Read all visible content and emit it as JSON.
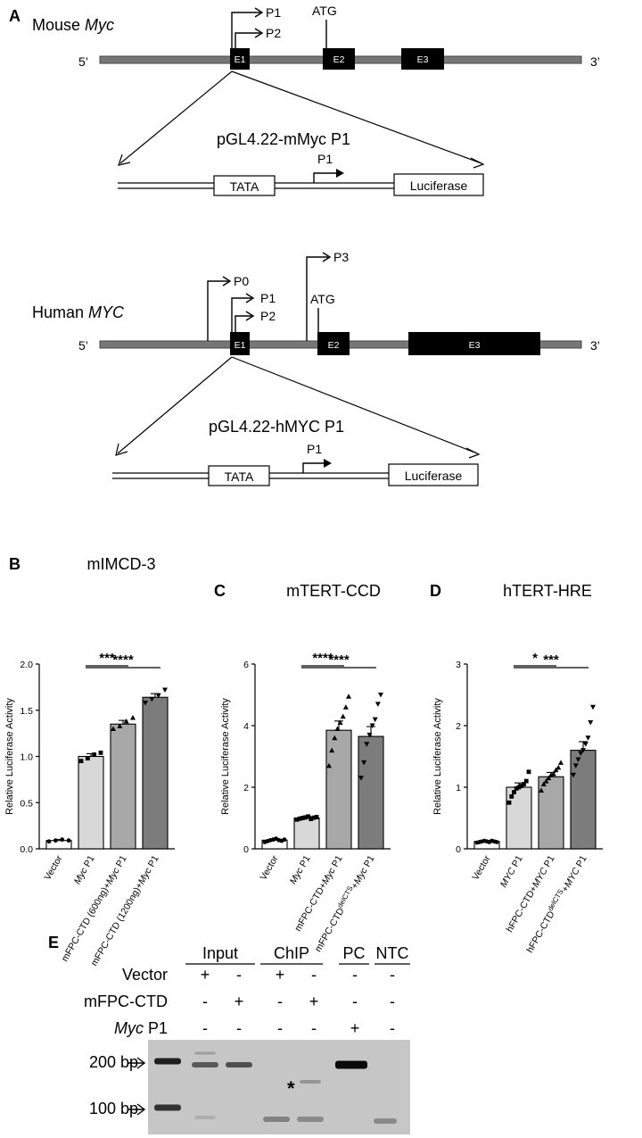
{
  "panelA": {
    "label": "A",
    "mouse": {
      "title_prefix": "Mouse ",
      "title_italic": "Myc",
      "end5": "5’",
      "end3": "3’",
      "promoters": [
        "P1",
        "P2"
      ],
      "atg": "ATG",
      "exons": [
        "E1",
        "E2",
        "E3"
      ],
      "construct": "pGL4.22-mMyc P1",
      "tata": "TATA",
      "p1": "P1",
      "luciferase": "Luciferase"
    },
    "human": {
      "title_prefix": "Human ",
      "title_italic": "MYC",
      "end5": "5’",
      "end3": "3’",
      "promoters": [
        "P0",
        "P1",
        "P2",
        "P3"
      ],
      "atg": "ATG",
      "exons": [
        "E1",
        "E2",
        "E3"
      ],
      "construct": "pGL4.22-hMYC P1",
      "tata": "TATA",
      "p1": "P1",
      "luciferase": "Luciferase"
    }
  },
  "chart_data": [
    {
      "panel": "B",
      "type": "bar",
      "title": "mIMCD-3",
      "ylabel": "Relative Luciferase Activity",
      "ylim": [
        0,
        2.0
      ],
      "yticks": [
        "0.0",
        "0.5",
        "1.0",
        "1.5",
        "2.0"
      ],
      "categories": [
        "Vector",
        "Myc P1",
        "mFPC-CTD (600ng)+Myc P1",
        "mFPC-CTD (1200ng)+Myc P1"
      ],
      "values": [
        0.09,
        1.0,
        1.35,
        1.64
      ],
      "errors": [
        0.01,
        0.03,
        0.04,
        0.04
      ],
      "points": [
        [
          0.08,
          0.09,
          0.1,
          0.09
        ],
        [
          0.95,
          0.98,
          1.02,
          1.04
        ],
        [
          1.3,
          1.33,
          1.38,
          1.42
        ],
        [
          1.58,
          1.62,
          1.66,
          1.72
        ]
      ],
      "significance": [
        {
          "pair": [
            1,
            2
          ],
          "label": "***"
        },
        {
          "pair": [
            1,
            3
          ],
          "label": "****"
        }
      ]
    },
    {
      "panel": "C",
      "type": "bar",
      "title": "mTERT-CCD",
      "ylabel": "Relative Luciferase Activity",
      "ylim": [
        0,
        6
      ],
      "yticks": [
        "0",
        "2",
        "4",
        "6"
      ],
      "categories": [
        "Vector",
        "Myc P1",
        "mFPC-CTD+Myc P1",
        "mFPC-CTDdelCTS+Myc P1"
      ],
      "values": [
        0.28,
        1.0,
        3.85,
        3.65
      ],
      "errors": [
        0.03,
        0.05,
        0.3,
        0.32
      ],
      "points": [
        [
          0.22,
          0.25,
          0.28,
          0.3,
          0.33,
          0.28,
          0.26,
          0.3
        ],
        [
          0.95,
          0.98,
          1.0,
          1.02,
          1.05,
          0.97,
          1.01,
          1.03
        ],
        [
          2.7,
          3.2,
          3.6,
          3.9,
          4.1,
          4.3,
          4.6,
          4.95
        ],
        [
          2.3,
          2.8,
          3.4,
          3.7,
          4.0,
          4.2,
          4.7,
          5.0
        ]
      ],
      "significance": [
        {
          "pair": [
            1,
            2
          ],
          "label": "****"
        },
        {
          "pair": [
            1,
            3
          ],
          "label": "****"
        }
      ]
    },
    {
      "panel": "D",
      "type": "bar",
      "title": "hTERT-HRE",
      "ylabel": "Relative Luciferase Activity",
      "ylim": [
        0,
        3
      ],
      "yticks": [
        "0",
        "1",
        "2",
        "3"
      ],
      "categories": [
        "Vector",
        "MYC P1",
        "hFPC-CTD+MYC P1",
        "hFPC-CTDdelCTS+MYC P1"
      ],
      "values": [
        0.12,
        1.0,
        1.17,
        1.6
      ],
      "errors": [
        0.01,
        0.07,
        0.07,
        0.14
      ],
      "points": [
        [
          0.1,
          0.11,
          0.12,
          0.13,
          0.12,
          0.11,
          0.13,
          0.12,
          0.11
        ],
        [
          0.75,
          0.85,
          0.92,
          0.98,
          1.0,
          1.02,
          1.05,
          1.1,
          1.25
        ],
        [
          0.95,
          1.05,
          1.1,
          1.15,
          1.2,
          1.22,
          1.28,
          1.32,
          1.4
        ],
        [
          1.2,
          1.35,
          1.45,
          1.55,
          1.6,
          1.7,
          1.8,
          2.05,
          2.3
        ]
      ],
      "significance": [
        {
          "pair": [
            1,
            2
          ],
          "label": "*"
        },
        {
          "pair": [
            1,
            3
          ],
          "label": "***"
        }
      ]
    }
  ],
  "panelE": {
    "label": "E",
    "groups": [
      "Input",
      "ChIP",
      "PC",
      "NTC"
    ],
    "rows": [
      {
        "label": "Vector",
        "italic": false,
        "values": [
          "+",
          "-",
          "+",
          "-",
          "-",
          "-"
        ]
      },
      {
        "label": "mFPC-CTD",
        "italic": false,
        "values": [
          "-",
          "+",
          "-",
          "+",
          "-",
          "-"
        ]
      },
      {
        "label": "Myc",
        "label_suffix": " P1",
        "italic": true,
        "values": [
          "-",
          "-",
          "-",
          "-",
          "+",
          "-"
        ]
      }
    ],
    "markers": [
      "200 bp",
      "100 bp"
    ],
    "asterisk": "*"
  }
}
